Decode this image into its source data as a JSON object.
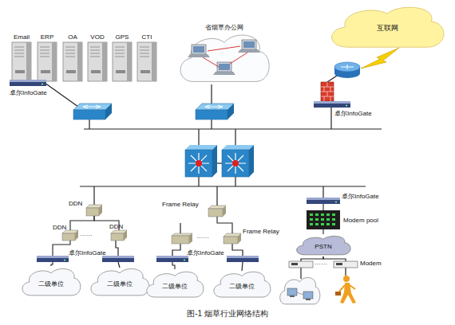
{
  "diagram": {
    "caption": "图-1 烟草行业网络结构",
    "nodes": [
      {
        "text": [
          "Email"
        ]
      },
      {
        "text": [
          "ERP"
        ]
      },
      {
        "text": [
          "OA"
        ]
      },
      {
        "text": [
          "VOD"
        ]
      },
      {
        "text": [
          "GPS"
        ]
      },
      {
        "text": [
          "CTI"
        ]
      },
      {
        "text": [
          "卓尔InfoGate"
        ]
      },
      {
        "text": [
          "省烟草办公网"
        ]
      },
      {
        "text": [
          "互联网"
        ]
      },
      {
        "text": [
          "卓尔InfoGate"
        ]
      },
      {
        "text": [
          "DDN"
        ]
      },
      {
        "text": [
          "DDN"
        ]
      },
      {
        "text": [
          "DDN"
        ]
      },
      {
        "text": [
          "卓尔InfoGate"
        ]
      },
      {
        "text": [
          "二级单位"
        ]
      },
      {
        "text": [
          "二级单位"
        ]
      },
      {
        "text": [
          "Frame Relay"
        ]
      },
      {
        "text": [
          "Frame Relay"
        ]
      },
      {
        "text": [
          "卓尔InfoGate"
        ]
      },
      {
        "text": [
          "二级单位"
        ]
      },
      {
        "text": [
          "二级单位"
        ]
      },
      {
        "text": [
          "卓尔InfoGate"
        ]
      },
      {
        "text": [
          "Modem pool"
        ]
      },
      {
        "text": [
          "PSTN"
        ]
      },
      {
        "text": [
          "Modem"
        ]
      }
    ],
    "edges": [
      {
        "from": 10,
        "to": 11,
        "arrow": "none"
      },
      {
        "from": 10,
        "to": 12,
        "arrow": "none"
      },
      {
        "from": 11,
        "to": 13,
        "arrow": "none"
      },
      {
        "from": 13,
        "to": 14,
        "arrow": "none"
      },
      {
        "from": 16,
        "to": 17,
        "arrow": "none"
      },
      {
        "from": 18,
        "to": 19,
        "arrow": "none"
      },
      {
        "from": 21,
        "to": 22,
        "arrow": "none"
      },
      {
        "from": 22,
        "to": 23,
        "arrow": "none"
      },
      {
        "from": 23,
        "to": 24,
        "arrow": "none"
      }
    ],
    "labels": [
      "……",
      "……",
      "……"
    ]
  }
}
